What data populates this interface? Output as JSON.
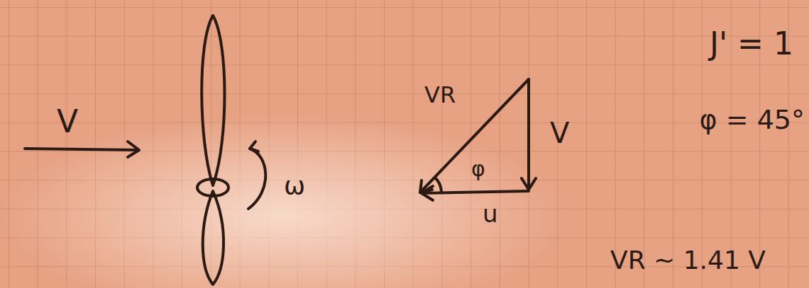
{
  "diagram": {
    "labels": [
      "V",
      "ω",
      "VR",
      "V",
      "φ",
      "u",
      "J' = 1",
      "φ = 45°",
      "VR ~ 1.41 V"
    ]
  }
}
